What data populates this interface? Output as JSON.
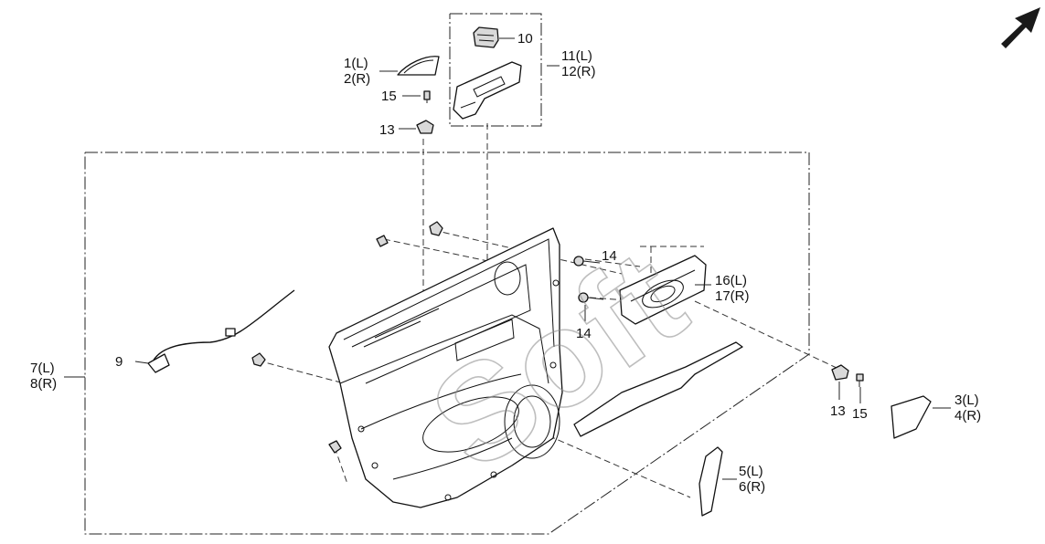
{
  "watermark": "Soft",
  "labels": {
    "p1": "1(L)",
    "p2": "2(R)",
    "p3": "3(L)",
    "p4": "4(R)",
    "p5": "5(L)",
    "p6": "6(R)",
    "p7": "7(L)",
    "p8": "8(R)",
    "p9": "9",
    "p10": "10",
    "p11": "11(L)",
    "p12": "12(R)",
    "p13a": "13",
    "p13b": "13",
    "p14a": "14",
    "p14b": "14",
    "p15a": "15",
    "p15b": "15",
    "p16": "16(L)",
    "p17": "17(R)"
  },
  "colors": {
    "ink": "#111111",
    "watermark": "#8a8a8a",
    "arrow": "#1a1a1a"
  },
  "icons": {
    "direction": "front-arrow-icon"
  }
}
